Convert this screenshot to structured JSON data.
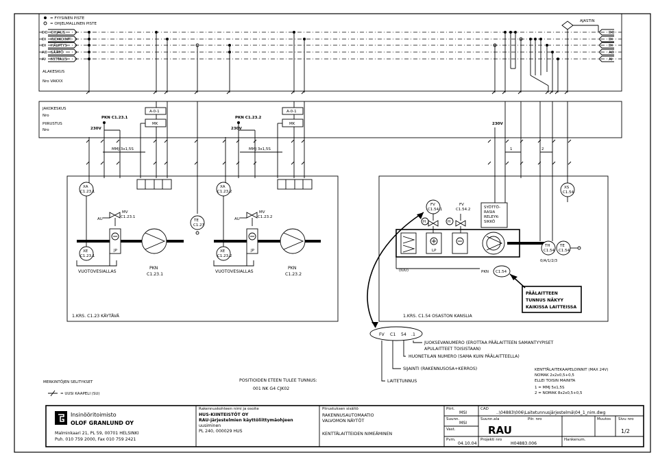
{
  "legend_top": {
    "fixed_point": "= FYYSINEN PISTE",
    "program_point": "= OHJELMALLINEN PISTE"
  },
  "ajastin": "AJASTIN",
  "buses": [
    {
      "code": "DO",
      "label": "OHJAUS"
    },
    {
      "code": "DI",
      "label": "INDIKOINTI"
    },
    {
      "code": "DI",
      "label": "HÄLYTYS"
    },
    {
      "code": "AO",
      "label": "SÄÄTÖ"
    },
    {
      "code": "AI",
      "label": "MITTAUS"
    }
  ],
  "alakeskus": {
    "title": "ALAKESKUS",
    "nro": "Nro  VAKXX"
  },
  "jakokeskus": {
    "title": "JAKOKESKUS",
    "nro": "Nro",
    "piirustus": "PIIRUSTUS",
    "nro2": "Nro"
  },
  "left_group": {
    "pkn_top": "PKN C1.23.1",
    "v230": "230V",
    "cable": "MMJ 3x1,5S",
    "a01": "A-0-1",
    "mk": "MK",
    "xa": [
      "XA",
      "C1.23.1"
    ],
    "au": "AU",
    "mv": [
      "MV",
      "C1.23.1"
    ],
    "te": [
      "TE",
      "C1.23"
    ],
    "xe": [
      "XE",
      "C1.23.1"
    ],
    "jp": "JP",
    "basin": "VUOTOVESIALLAS",
    "pkn": [
      "PKN",
      "C1.23.1"
    ],
    "room": "1.KRS. C1.23 KÄYTÄVÄ"
  },
  "mid_group": {
    "pkn_top": "PKN C1.23.2",
    "v230": "230V",
    "cable": "MMJ 3x1,5S",
    "a01": "A-0-1",
    "mk": "MK",
    "xa": [
      "XA",
      "C1.23.2"
    ],
    "au": "AU",
    "mv": [
      "MV",
      "C1.23.2"
    ],
    "xe": [
      "XE",
      "C1.23.2"
    ],
    "jp": "JP",
    "basin": "VUOTOVESIALLAS",
    "pkn": [
      "PKN",
      "C1.23.2"
    ]
  },
  "right_group": {
    "v230": "230V",
    "wire1": "1",
    "wire2": "2",
    "fv1": [
      "FV",
      "C1.54.1"
    ],
    "fv2": [
      "FV",
      "C1.54.2"
    ],
    "h": "H",
    "supply": [
      "SYÖTTÖ-",
      "RASIA",
      "RELEYK-",
      "SIKKÖ"
    ],
    "xs": [
      "XS",
      "C1.54"
    ],
    "th": [
      "TH",
      "C1.54"
    ],
    "te": [
      "TE",
      "C1.54"
    ],
    "signal": "0/A/1/2/3",
    "lp": "LP",
    "iuu": "(IUU)",
    "pkn": "PKN",
    "pkn_tag": "C1.54",
    "callout": [
      "PÄÄLAITTEEN",
      "TUNNUS NÄKYY",
      "KAIKISSA LAITTEISSA"
    ],
    "room": "1.KRS. C1.54 OSASTON KANSLIA"
  },
  "tag_explain": {
    "parts": [
      "FV",
      "C1",
      "54",
      ".1"
    ],
    "lines": [
      "JUOKSEVANUMERO (EROTTAA PÄÄLAITTEEN SAMANTYYPISET",
      "APULAITTEET TOISISTAAN)",
      "HUONETILAN NUMERO (SAMA KUIN PÄÄLAITTEELLA)",
      "SIJAINTI (RAKENNUSOSA+KERROS)",
      "LAITETUNNUS"
    ]
  },
  "cables_note": [
    "KENTTÄLAITEKAAPELOINNIT (MAX 24V)",
    "NOMAK 2x2x0,5+0,5",
    "ELLEI TOISIN MAINITA",
    "1 = MMJ 5x1,5S",
    "2 = NOMAK 8x2x0,5+0,5"
  ],
  "positions_note": [
    "POSITIOIDEN ETEEN TULEE TUNNUS:",
    "001 NK  G4   CJK02"
  ],
  "legend_bottom": {
    "title": "MERKINTÖJEN SELITYKSET",
    "cable": "= UUSI KAAPELI (SU)"
  },
  "title_block": {
    "company1": "Insinööritoimisto",
    "company2": "OLOF GRANLUND OY",
    "address1": "Malminkaari 21, PL 59,     00701 HELSINKI",
    "address2": "Puh. 010 759 2000,  Fax 010 759 2421",
    "owner_label": "Rakennuskohteen nimi ja osoite",
    "owner1": "HUS-KIINTEISTÖT OY",
    "owner2": "RAU-järjestelmien käyttöliittymäohjeen",
    "owner3": "uusiminen",
    "owner4": "PL 240, 000029 HUS",
    "content_label": "Piirustuksen sisältö",
    "content1": "RAKENNUSAUTOMAATIO",
    "content2": "VALVOMON NÄYTÖT",
    "content3": "KENTTÄLAITTEIDEN NIMEÄMINEN",
    "pirt_label": "Piirt.",
    "pirt": "MSI",
    "suunn_label": "Suunn.",
    "suunn": "MSI",
    "vast_label": "Vast.",
    "pvm_label": "Pvm.",
    "pvm": "04.10.04",
    "cad_label": "CAD",
    "cad": "..\\04883\\006\\Laitetunnusjärjestelmä\\04_1_nim.dwg",
    "suunala_label": "Suunn.ala",
    "suunala": "RAU",
    "piirnro_label": "Piir. nro",
    "muutos_label": "Muutos",
    "sivu_label": "Sivu nro",
    "sivu": "1/2",
    "projekti_label": "Projekti nro",
    "projekti": "H04883.006",
    "hankenum_label": "Hankenum."
  }
}
